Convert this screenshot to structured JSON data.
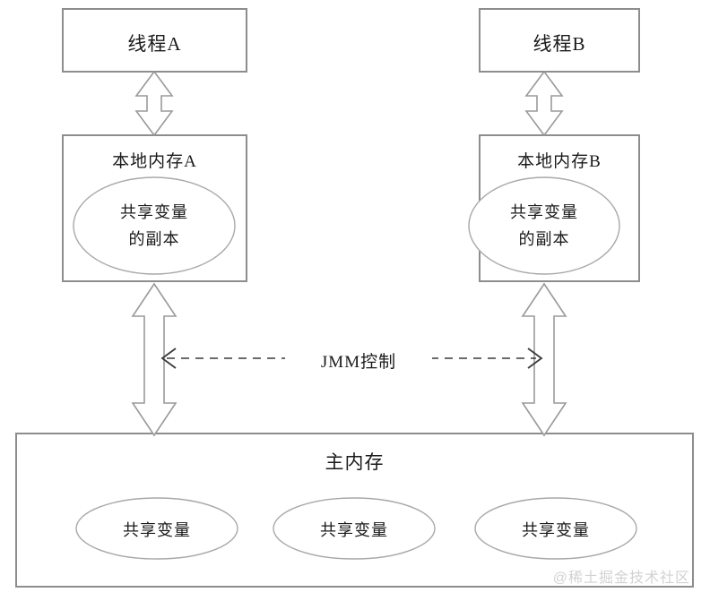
{
  "diagram": {
    "title_watermark": "@稀土掘金技术社区",
    "threads": [
      {
        "id": "thread-a",
        "label": "线程A"
      },
      {
        "id": "thread-b",
        "label": "线程B"
      }
    ],
    "local_memories": [
      {
        "id": "local-memory-a",
        "label": "本地内存A",
        "copy_line1": "共享变量",
        "copy_line2": "的副本"
      },
      {
        "id": "local-memory-b",
        "label": "本地内存B",
        "copy_line1": "共享变量",
        "copy_line2": "的副本"
      }
    ],
    "control_label": "JMM控制",
    "main_memory": {
      "label": "主内存",
      "shared_variables": [
        {
          "label": "共享变量"
        },
        {
          "label": "共享变量"
        },
        {
          "label": "共享变量"
        }
      ]
    },
    "colors": {
      "box_stroke": "#8d8d8d",
      "ellipse_stroke": "#a8a8a8",
      "arrow_stroke": "#9a9a9a",
      "dashed_stroke": "#3a3a3a",
      "text": "#1a1a1a",
      "watermark": "#d2d2d2",
      "background": "#ffffff"
    }
  }
}
